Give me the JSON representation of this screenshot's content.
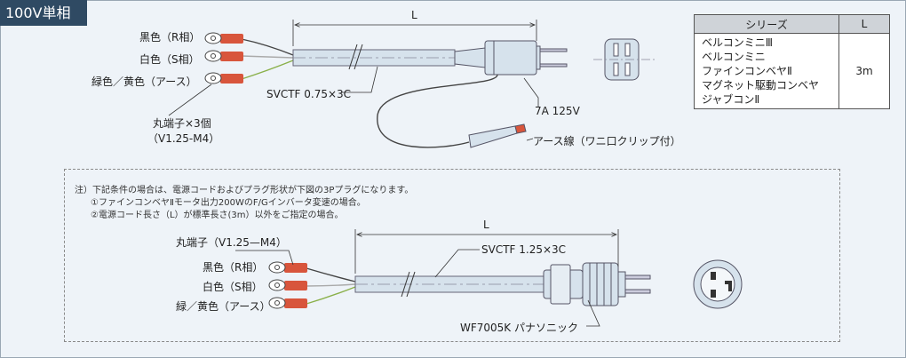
{
  "section_tag": "100V単相",
  "top": {
    "wire_black": "黒色（R相）",
    "wire_white": "白色（S相）",
    "wire_green": "緑色／黄色（アース）",
    "terminal": "丸端子×3個",
    "terminal_spec": "（V1.25-M4）",
    "dim_label": "L",
    "cable": "SVCTF 0.75×3C",
    "plug_rating": "7A 125V",
    "ground_wire": "アース線（ワニ口クリップ付）"
  },
  "table": {
    "headers": [
      "シリーズ",
      "L"
    ],
    "series": [
      "ベルコンミニⅢ",
      "ベルコンミニ",
      "ファインコンベヤⅡ",
      "マグネット駆動コンベヤ",
      "ジャブコンⅡ"
    ],
    "length": "3m"
  },
  "note": {
    "line1": "注）下記条件の場合は、電源コードおよびプラグ形状が下図の3Pプラグになります。",
    "line2": "①ファインコンベヤⅡモータ出力200WのF/Gインバータ変速の場合。",
    "line3": "②電源コード長さ（L）が標準長さ(3m）以外をご指定の場合。"
  },
  "bottom": {
    "terminal": "丸端子（V1.25—M4）",
    "wire_black": "黒色（R相）",
    "wire_white": "白色（S相）",
    "wire_green": "緑／黄色（アース）",
    "dim_label": "L",
    "cable": "SVCTF 1.25×3C",
    "plug": "WF7005K パナソニック"
  },
  "colors": {
    "tag_bg": "#2f4a63",
    "cable": "#d6e2ec",
    "sleeve": "#d8553c",
    "green": "#8ab04a"
  }
}
